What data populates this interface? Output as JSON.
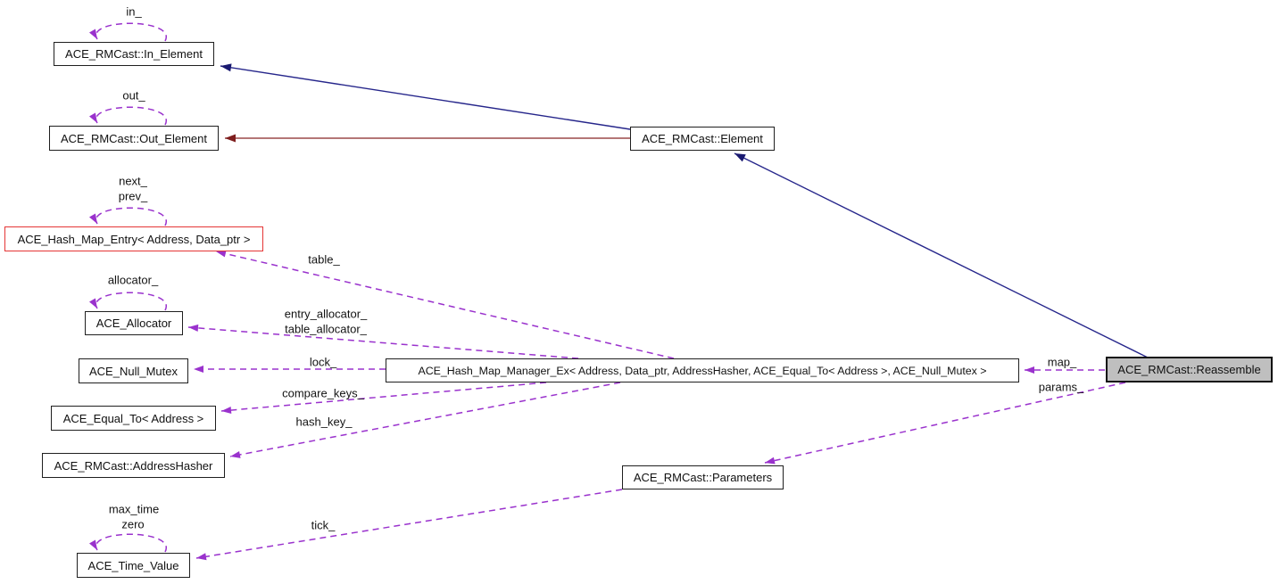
{
  "diagram_type": "doxygen-collaboration-graph",
  "colors": {
    "background": "#ffffff",
    "dashed_usage_edge": "#9a32cd",
    "public_inheritance_edge": "#191970",
    "private_inheritance_edge": "#8b2323",
    "node_border": "#1f1f1f",
    "truncated_node_border": "#e53535",
    "highlighted_node_fill": "#bfbfbf"
  },
  "nodes": [
    {
      "id": "in_element",
      "label": "ACE_RMCast::In_Element"
    },
    {
      "id": "out_element",
      "label": "ACE_RMCast::Out_Element"
    },
    {
      "id": "hash_map_entry",
      "label": "ACE_Hash_Map_Entry< Address, Data_ptr >"
    },
    {
      "id": "allocator",
      "label": "ACE_Allocator"
    },
    {
      "id": "null_mutex",
      "label": "ACE_Null_Mutex"
    },
    {
      "id": "equal_to",
      "label": "ACE_Equal_To< Address >"
    },
    {
      "id": "address_hasher",
      "label": "ACE_RMCast::AddressHasher"
    },
    {
      "id": "time_value",
      "label": "ACE_Time_Value"
    },
    {
      "id": "hash_map_manager",
      "label": "ACE_Hash_Map_Manager_Ex< Address, Data_ptr, AddressHasher, ACE_Equal_To< Address >, ACE_Null_Mutex >"
    },
    {
      "id": "element",
      "label": "ACE_RMCast::Element"
    },
    {
      "id": "parameters",
      "label": "ACE_RMCast::Parameters"
    },
    {
      "id": "reassemble",
      "label": "ACE_RMCast::Reassemble",
      "highlighted": true
    }
  ],
  "edges": [
    {
      "from": "in_element",
      "to": "in_element",
      "labels": [
        "in_"
      ],
      "style": "dashed-self"
    },
    {
      "from": "out_element",
      "to": "out_element",
      "labels": [
        "out_"
      ],
      "style": "dashed-self"
    },
    {
      "from": "hash_map_entry",
      "to": "hash_map_entry",
      "labels": [
        "next_",
        "prev_"
      ],
      "style": "dashed-self"
    },
    {
      "from": "allocator",
      "to": "allocator",
      "labels": [
        "allocator_"
      ],
      "style": "dashed-self"
    },
    {
      "from": "time_value",
      "to": "time_value",
      "labels": [
        "max_time",
        "zero"
      ],
      "style": "dashed-self"
    },
    {
      "from": "hash_map_manager",
      "to": "hash_map_entry",
      "labels": [
        "table_"
      ],
      "style": "dashed"
    },
    {
      "from": "hash_map_manager",
      "to": "allocator",
      "labels": [
        "entry_allocator_",
        "table_allocator_"
      ],
      "style": "dashed"
    },
    {
      "from": "hash_map_manager",
      "to": "null_mutex",
      "labels": [
        "lock_"
      ],
      "style": "dashed"
    },
    {
      "from": "hash_map_manager",
      "to": "equal_to",
      "labels": [
        "compare_keys_"
      ],
      "style": "dashed"
    },
    {
      "from": "hash_map_manager",
      "to": "address_hasher",
      "labels": [
        "hash_key_"
      ],
      "style": "dashed"
    },
    {
      "from": "reassemble",
      "to": "hash_map_manager",
      "labels": [
        "map_"
      ],
      "style": "dashed"
    },
    {
      "from": "reassemble",
      "to": "parameters",
      "labels": [
        "params_"
      ],
      "style": "dashed"
    },
    {
      "from": "parameters",
      "to": "time_value",
      "labels": [
        "tick_"
      ],
      "style": "dashed"
    },
    {
      "from": "element",
      "to": "in_element",
      "labels": [],
      "style": "solid-inheritance"
    },
    {
      "from": "element",
      "to": "out_element",
      "labels": [],
      "style": "solid-private-inheritance"
    },
    {
      "from": "reassemble",
      "to": "element",
      "labels": [],
      "style": "solid-inheritance"
    }
  ]
}
